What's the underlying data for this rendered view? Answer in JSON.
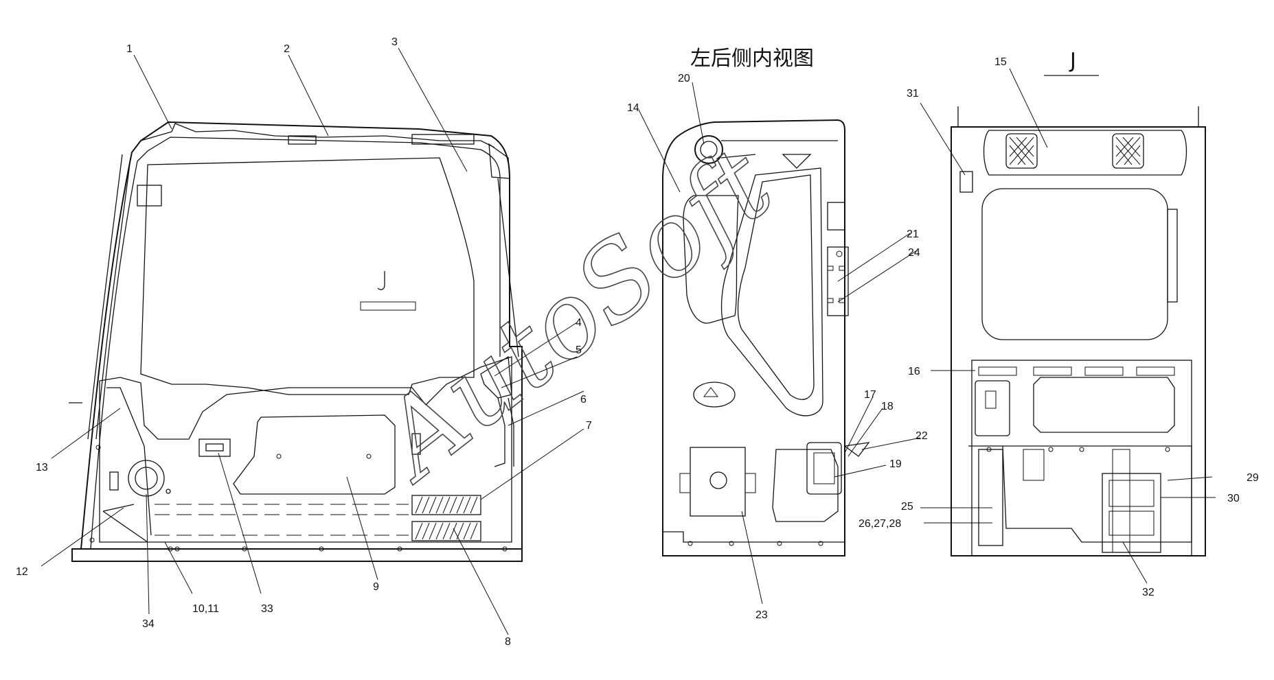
{
  "view_title": "左后侧内视图",
  "view_marker": "J",
  "watermark": "AutoSoft",
  "callouts": {
    "c1": "1",
    "c2": "2",
    "c3": "3",
    "c4": "4",
    "c5": "5",
    "c6": "6",
    "c7": "7",
    "c8": "8",
    "c9": "9",
    "c10_11": "10,11",
    "c12": "12",
    "c13": "13",
    "c14": "14",
    "c15": "15",
    "c16": "16",
    "c17": "17",
    "c18": "18",
    "c19": "19",
    "c20": "20",
    "c21": "21",
    "c22": "22",
    "c23": "23",
    "c24": "24",
    "c25": "25",
    "c26_27_28": "26,27,28",
    "c29": "29",
    "c30": "30",
    "c31": "31",
    "c32": "32",
    "c33": "33",
    "c34": "34"
  }
}
